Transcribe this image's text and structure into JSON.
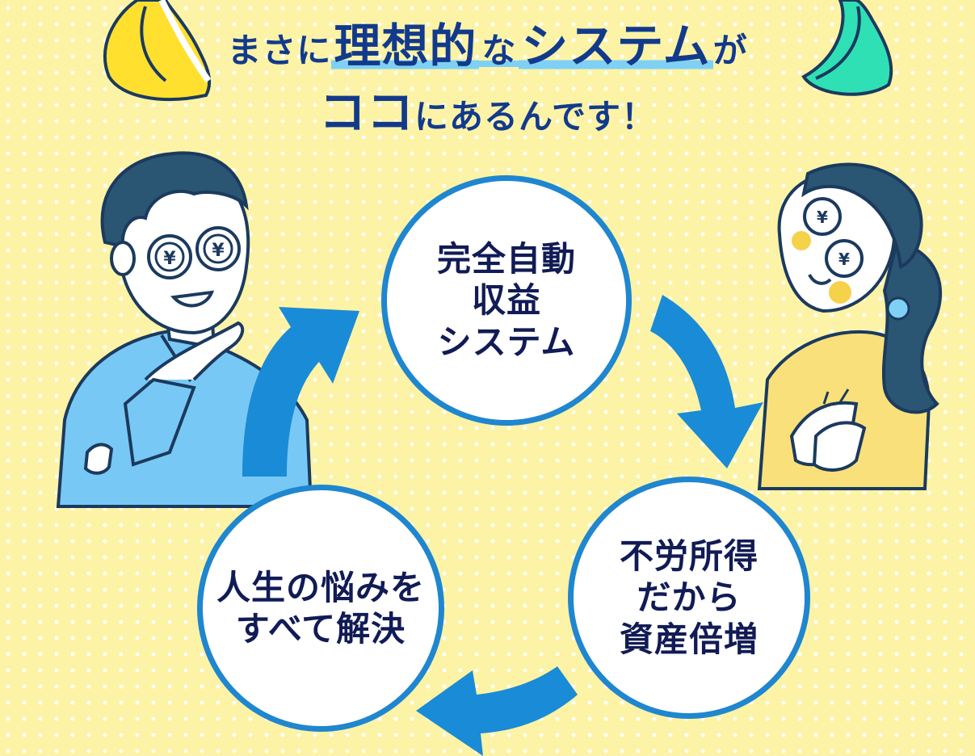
{
  "headline": {
    "line1": [
      {
        "text": "まさに",
        "size": "sm",
        "hl": false
      },
      {
        "text": "理想的",
        "size": "lg",
        "hl": true
      },
      {
        "text": "な",
        "size": "sm",
        "hl": true
      },
      {
        "text": "システム",
        "size": "lg",
        "hl": true
      },
      {
        "text": "が",
        "size": "sm",
        "hl": false
      }
    ],
    "line2": [
      {
        "text": "ココ",
        "size": "lg",
        "hl": false
      },
      {
        "text": "にあるんです！",
        "size": "sm",
        "hl": false
      }
    ]
  },
  "cycle": {
    "top": "完全自動\n収益\nシステム",
    "right": "不労所得\nだから\n資産倍増",
    "left": "人生の悩みを\nすべて解決"
  },
  "colors": {
    "background": "#fdf3a6",
    "headline": "#123a8c",
    "circle_border": "#1f86d0",
    "arrow": "#1a8bd6",
    "circle_text": "#111b55"
  },
  "icons": [
    "left-wing-icon",
    "right-wing-icon",
    "cycle-arrow-icon",
    "man-illustration",
    "woman-illustration"
  ]
}
